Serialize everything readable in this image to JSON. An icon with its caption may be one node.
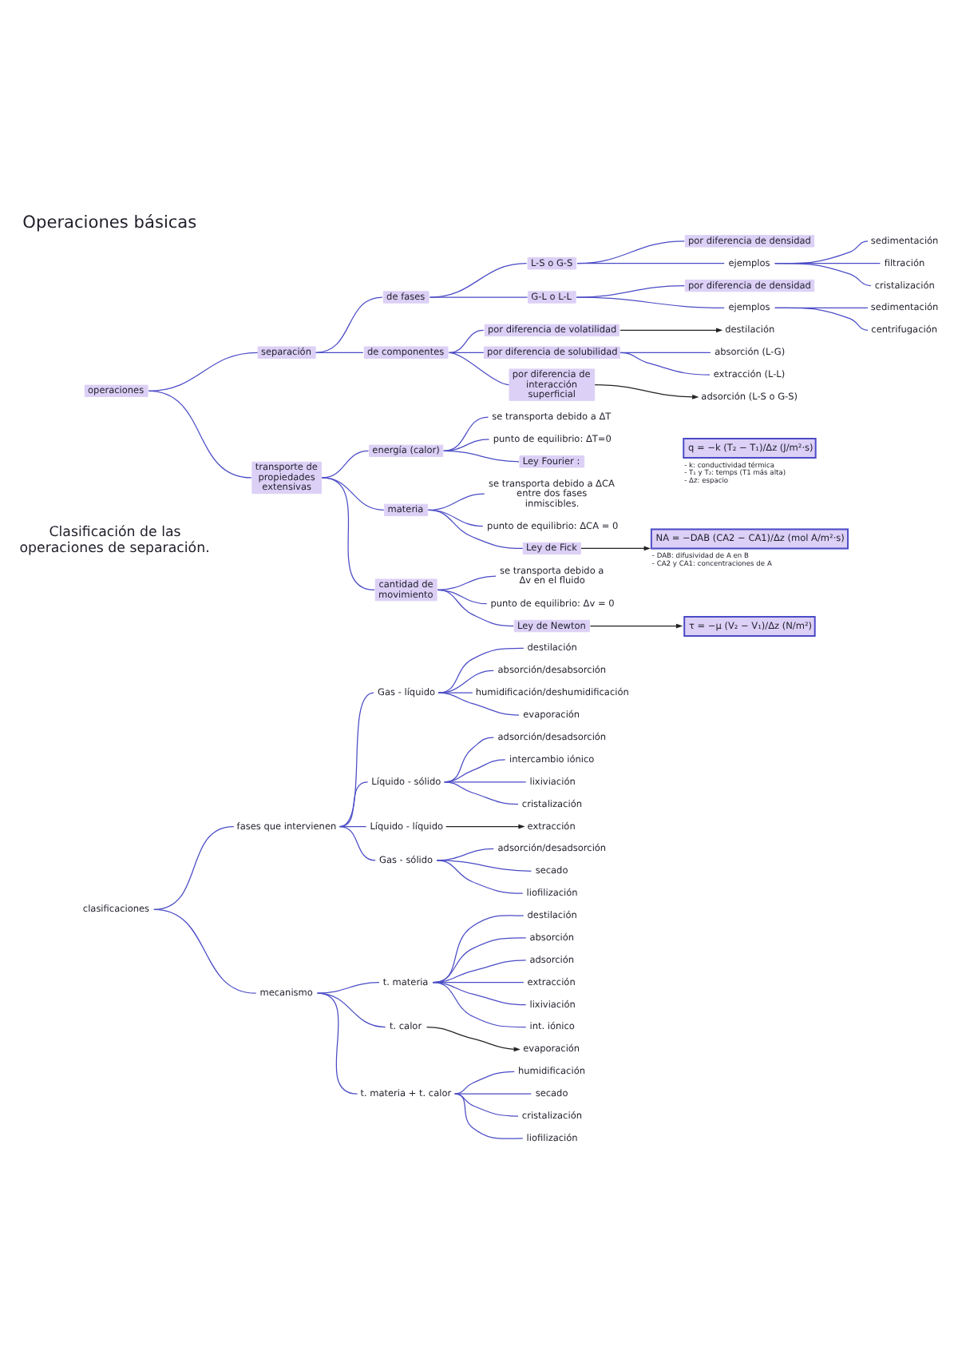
{
  "diagram": {
    "title": "Operaciones básicas",
    "nodes": [
      {
        "text": [
          "operaciones"
        ]
      },
      {
        "text": [
          "separación"
        ]
      },
      {
        "text": [
          "de fases"
        ]
      },
      {
        "text": [
          "L-S o G-S"
        ]
      },
      {
        "text": [
          "por diferencia de densidad"
        ]
      },
      {
        "text": [
          "ejemplos"
        ]
      },
      {
        "text": [
          "sedimentación"
        ]
      },
      {
        "text": [
          "filtración"
        ]
      },
      {
        "text": [
          "cristalización"
        ]
      },
      {
        "text": [
          "G-L o L-L"
        ]
      },
      {
        "text": [
          "por diferencia de densidad"
        ]
      },
      {
        "text": [
          "ejemplos"
        ]
      },
      {
        "text": [
          "sedimentación"
        ]
      },
      {
        "text": [
          "centrifugación"
        ]
      },
      {
        "text": [
          "de componentes"
        ]
      },
      {
        "text": [
          "por diferencia de volatilidad"
        ]
      },
      {
        "text": [
          "destilación"
        ]
      },
      {
        "text": [
          "por diferencia de solubilidad"
        ]
      },
      {
        "text": [
          "absorción (L-G)"
        ]
      },
      {
        "text": [
          "extracción (L-L)"
        ]
      },
      {
        "text": [
          "por diferencia de interacción superficial"
        ]
      },
      {
        "text": [
          "adsorción (L-S o G-S)"
        ]
      },
      {
        "text": [
          "transporte de propiedades extensivas"
        ]
      },
      {
        "text": [
          "energía (calor)"
        ]
      },
      {
        "text": [
          "se transporta debido a ΔT"
        ]
      },
      {
        "text": [
          "punto de equilibrio: ΔT=0"
        ]
      },
      {
        "text": [
          "Ley Fourier :"
        ]
      },
      {
        "text": [
          "q = −k (T₂ − T₁)/Δz (J/m²·s)"
        ],
        "beside": [
          "- k: conductividad térmica",
          "- T₁ y T₂: temps (T1 más alta)",
          "- Δz: espacio"
        ]
      },
      {
        "text": [
          "materia"
        ]
      },
      {
        "text": [
          "se transporta debido a ΔCA entre dos fases inmiscibles."
        ]
      },
      {
        "text": [
          "punto de equilibrio: ΔCA = 0"
        ]
      },
      {
        "text": [
          "Ley de Fick"
        ]
      },
      {
        "text": [
          "NA = −DAB (CA2 − CA1)/Δz (mol A/m²·s)"
        ],
        "beside": [
          "- DAB: difusividad de A en B",
          "- CA2 y CA1: concentraciones de A"
        ]
      },
      {
        "text": [
          "cantidad de movimiento"
        ]
      },
      {
        "text": [
          "se transporta debido a Δv en el fluido"
        ]
      },
      {
        "text": [
          "punto de equilibrio: Δv = 0"
        ]
      },
      {
        "text": [
          "Ley de Newton"
        ]
      },
      {
        "text": [
          "τ = −μ (V₂ − V₁)/Δz (N/m²)"
        ]
      },
      {
        "text": [
          "clasificaciones"
        ]
      },
      {
        "text": [
          "fases que intervienen"
        ]
      },
      {
        "text": [
          "Gas - líquido"
        ]
      },
      {
        "text": [
          "destilación"
        ]
      },
      {
        "text": [
          "absorción/desabsorción"
        ]
      },
      {
        "text": [
          "humidificación/deshumidificación"
        ]
      },
      {
        "text": [
          "evaporación"
        ]
      },
      {
        "text": [
          "Líquido - sólido"
        ]
      },
      {
        "text": [
          "adsorción/desadsorción"
        ]
      },
      {
        "text": [
          "intercambio iónico"
        ]
      },
      {
        "text": [
          "lixiviación"
        ]
      },
      {
        "text": [
          "cristalización"
        ]
      },
      {
        "text": [
          "Líquido - líquido"
        ]
      },
      {
        "text": [
          "extracción"
        ]
      },
      {
        "text": [
          "Gas - sólido"
        ]
      },
      {
        "text": [
          "adsorción/desadsorción"
        ]
      },
      {
        "text": [
          "secado"
        ]
      },
      {
        "text": [
          "liofilización"
        ]
      },
      {
        "text": [
          "mecanismo"
        ]
      },
      {
        "text": [
          "t. materia"
        ]
      },
      {
        "text": [
          "destilación"
        ]
      },
      {
        "text": [
          "absorción"
        ]
      },
      {
        "text": [
          "adsorción"
        ]
      },
      {
        "text": [
          "extracción"
        ]
      },
      {
        "text": [
          "lixiviación"
        ]
      },
      {
        "text": [
          "int. iónico"
        ]
      },
      {
        "text": [
          "t. calor"
        ]
      },
      {
        "text": [
          "evaporación"
        ]
      },
      {
        "text": [
          "t. materia + t. calor"
        ]
      },
      {
        "text": [
          "humidificación"
        ]
      },
      {
        "text": [
          "secado"
        ]
      },
      {
        "text": [
          "cristalización"
        ]
      },
      {
        "text": [
          "liofilización"
        ]
      }
    ],
    "edges": [
      {
        "from": 0,
        "to": 1,
        "arrow": "none"
      },
      {
        "from": 0,
        "to": 22,
        "arrow": "none"
      },
      {
        "from": 1,
        "to": 2,
        "arrow": "none"
      },
      {
        "from": 1,
        "to": 14,
        "arrow": "none"
      },
      {
        "from": 2,
        "to": 3,
        "arrow": "none"
      },
      {
        "from": 2,
        "to": 9,
        "arrow": "none"
      },
      {
        "from": 3,
        "to": 4,
        "arrow": "none"
      },
      {
        "from": 3,
        "to": 5,
        "arrow": "none"
      },
      {
        "from": 5,
        "to": 6,
        "arrow": "none"
      },
      {
        "from": 5,
        "to": 7,
        "arrow": "none"
      },
      {
        "from": 5,
        "to": 8,
        "arrow": "none"
      },
      {
        "from": 9,
        "to": 10,
        "arrow": "none"
      },
      {
        "from": 9,
        "to": 11,
        "arrow": "none"
      },
      {
        "from": 11,
        "to": 12,
        "arrow": "none"
      },
      {
        "from": 11,
        "to": 13,
        "arrow": "none"
      },
      {
        "from": 14,
        "to": 15,
        "arrow": "none"
      },
      {
        "from": 14,
        "to": 17,
        "arrow": "none"
      },
      {
        "from": 14,
        "to": 20,
        "arrow": "none"
      },
      {
        "from": 15,
        "to": 16,
        "arrow": "to",
        "color": "#222222"
      },
      {
        "from": 17,
        "to": 18,
        "arrow": "none"
      },
      {
        "from": 17,
        "to": 19,
        "arrow": "none"
      },
      {
        "from": 20,
        "to": 21,
        "arrow": "to",
        "color": "#222222"
      },
      {
        "from": 22,
        "to": 23,
        "arrow": "none"
      },
      {
        "from": 22,
        "to": 28,
        "arrow": "none"
      },
      {
        "from": 22,
        "to": 33,
        "arrow": "none"
      },
      {
        "from": 23,
        "to": 24,
        "arrow": "none"
      },
      {
        "from": 23,
        "to": 25,
        "arrow": "none"
      },
      {
        "from": 23,
        "to": 26,
        "arrow": "none"
      },
      {
        "from": 28,
        "to": 29,
        "arrow": "none"
      },
      {
        "from": 28,
        "to": 30,
        "arrow": "none"
      },
      {
        "from": 28,
        "to": 31,
        "arrow": "none"
      },
      {
        "from": 31,
        "to": 32,
        "arrow": "to",
        "color": "#222222"
      },
      {
        "from": 33,
        "to": 34,
        "arrow": "none"
      },
      {
        "from": 33,
        "to": 35,
        "arrow": "none"
      },
      {
        "from": 33,
        "to": 36,
        "arrow": "none"
      },
      {
        "from": 36,
        "to": 37,
        "arrow": "to",
        "color": "#222222"
      },
      {
        "from": 38,
        "to": 39,
        "arrow": "none"
      },
      {
        "from": 38,
        "to": 56,
        "arrow": "none"
      },
      {
        "from": 39,
        "to": 40,
        "arrow": "none"
      },
      {
        "from": 39,
        "to": 45,
        "arrow": "none"
      },
      {
        "from": 39,
        "to": 50,
        "arrow": "none"
      },
      {
        "from": 39,
        "to": 52,
        "arrow": "none"
      },
      {
        "from": 40,
        "to": 41,
        "arrow": "none"
      },
      {
        "from": 40,
        "to": 42,
        "arrow": "none"
      },
      {
        "from": 40,
        "to": 43,
        "arrow": "none"
      },
      {
        "from": 40,
        "to": 44,
        "arrow": "none"
      },
      {
        "from": 45,
        "to": 46,
        "arrow": "none"
      },
      {
        "from": 45,
        "to": 47,
        "arrow": "none"
      },
      {
        "from": 45,
        "to": 48,
        "arrow": "none"
      },
      {
        "from": 45,
        "to": 49,
        "arrow": "none"
      },
      {
        "from": 50,
        "to": 51,
        "arrow": "to",
        "color": "#222222"
      },
      {
        "from": 52,
        "to": 53,
        "arrow": "none"
      },
      {
        "from": 52,
        "to": 54,
        "arrow": "none"
      },
      {
        "from": 52,
        "to": 55,
        "arrow": "none"
      },
      {
        "from": 56,
        "to": 57,
        "arrow": "none"
      },
      {
        "from": 56,
        "to": 64,
        "arrow": "none"
      },
      {
        "from": 56,
        "to": 66,
        "arrow": "none"
      },
      {
        "from": 57,
        "to": 58,
        "arrow": "none"
      },
      {
        "from": 57,
        "to": 59,
        "arrow": "none"
      },
      {
        "from": 57,
        "to": 60,
        "arrow": "none"
      },
      {
        "from": 57,
        "to": 61,
        "arrow": "none"
      },
      {
        "from": 57,
        "to": 62,
        "arrow": "none"
      },
      {
        "from": 57,
        "to": 63,
        "arrow": "none"
      },
      {
        "from": 64,
        "to": 65,
        "arrow": "to",
        "color": "#222222"
      },
      {
        "from": 66,
        "to": 67,
        "arrow": "none"
      },
      {
        "from": 66,
        "to": 68,
        "arrow": "none"
      },
      {
        "from": 66,
        "to": 69,
        "arrow": "none"
      },
      {
        "from": 66,
        "to": 70,
        "arrow": "none"
      }
    ],
    "labels": [
      "Clasificación de las operaciones de separación."
    ]
  }
}
